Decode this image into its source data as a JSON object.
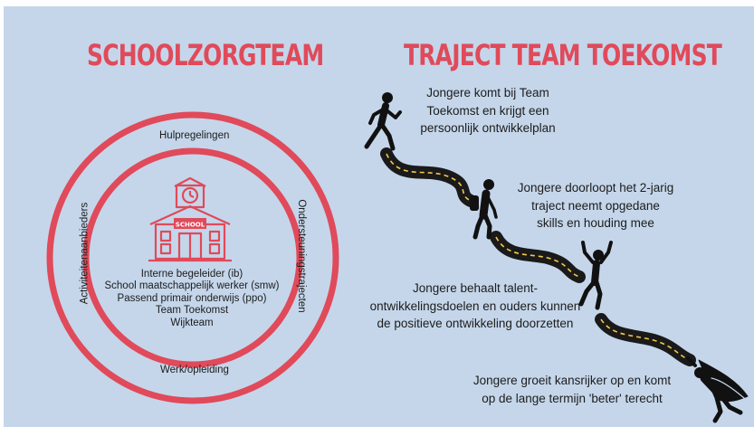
{
  "left": {
    "title": "SCHOOLZORGTEAM",
    "ring_labels": {
      "top": "Hulpregelingen",
      "left": "Activiteitenaanbieders",
      "right": "Ondersteuningstrajecten",
      "bottom": "Werk/opleiding"
    },
    "school_sign": "SCHOOL",
    "team_members": [
      "Interne begeleider (ib)",
      "School maatschappelijk werker (smw)",
      "Passend primair onderwijs (ppo)",
      "Team Toekomst",
      "Wijkteam"
    ]
  },
  "right": {
    "title": "TRAJECT TEAM TOEKOMST",
    "steps": [
      [
        "Jongere komt bij Team",
        "Toekomst en krijgt een",
        "persoonlijk ontwikkelplan"
      ],
      [
        "Jongere doorloopt het 2-jarig",
        "traject neemt opgedane",
        "skills en houding mee"
      ],
      [
        "Jongere behaalt talent-",
        "ontwikkelingsdoelen en ouders kunnen",
        "de positieve ontwikkeling doorzetten"
      ],
      [
        "Jongere groeit kansrijker op en komt",
        "op de lange termijn 'beter' terecht"
      ]
    ]
  },
  "colors": {
    "background": "#c5d6ea",
    "accent": "#e04a5a",
    "road": "#1a1a1a",
    "road_marking": "#f2c84b"
  },
  "icons": [
    "walking-person-icon",
    "hiker-icon",
    "cheering-person-icon",
    "superhero-icon",
    "school-building-icon"
  ]
}
